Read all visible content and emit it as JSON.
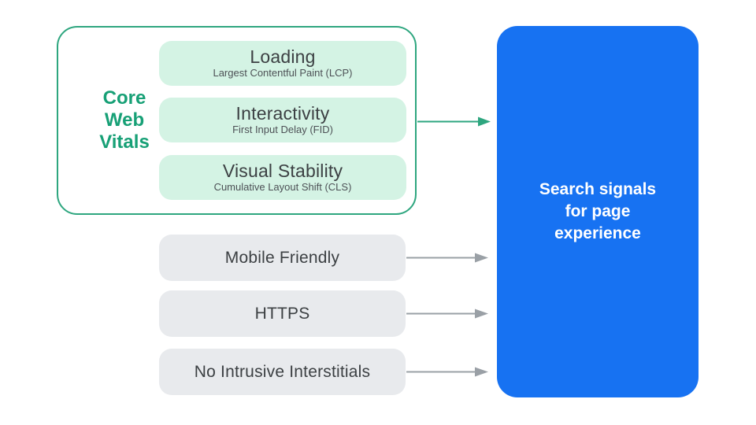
{
  "colors": {
    "green": "#17A076",
    "green-border": "#2EA67F",
    "mint": "#D4F3E4",
    "gray-fill": "#E8EAED",
    "gray-arrow": "#9AA0A6",
    "blue": "#1772F2",
    "text-dark": "#3C4043",
    "text-sub": "#4D5156"
  },
  "cwv": {
    "label": "Core\nWeb\nVitals",
    "items": [
      {
        "title": "Loading",
        "subtitle": "Largest Contentful Paint (LCP)"
      },
      {
        "title": "Interactivity",
        "subtitle": "First Input Delay (FID)"
      },
      {
        "title": "Visual Stability",
        "subtitle": "Cumulative Layout Shift (CLS)"
      }
    ]
  },
  "signals": [
    {
      "label": "Mobile Friendly"
    },
    {
      "label": "HTTPS"
    },
    {
      "label": "No Intrusive Interstitials"
    }
  ],
  "result": {
    "label": "Search signals\nfor page\nexperience"
  }
}
